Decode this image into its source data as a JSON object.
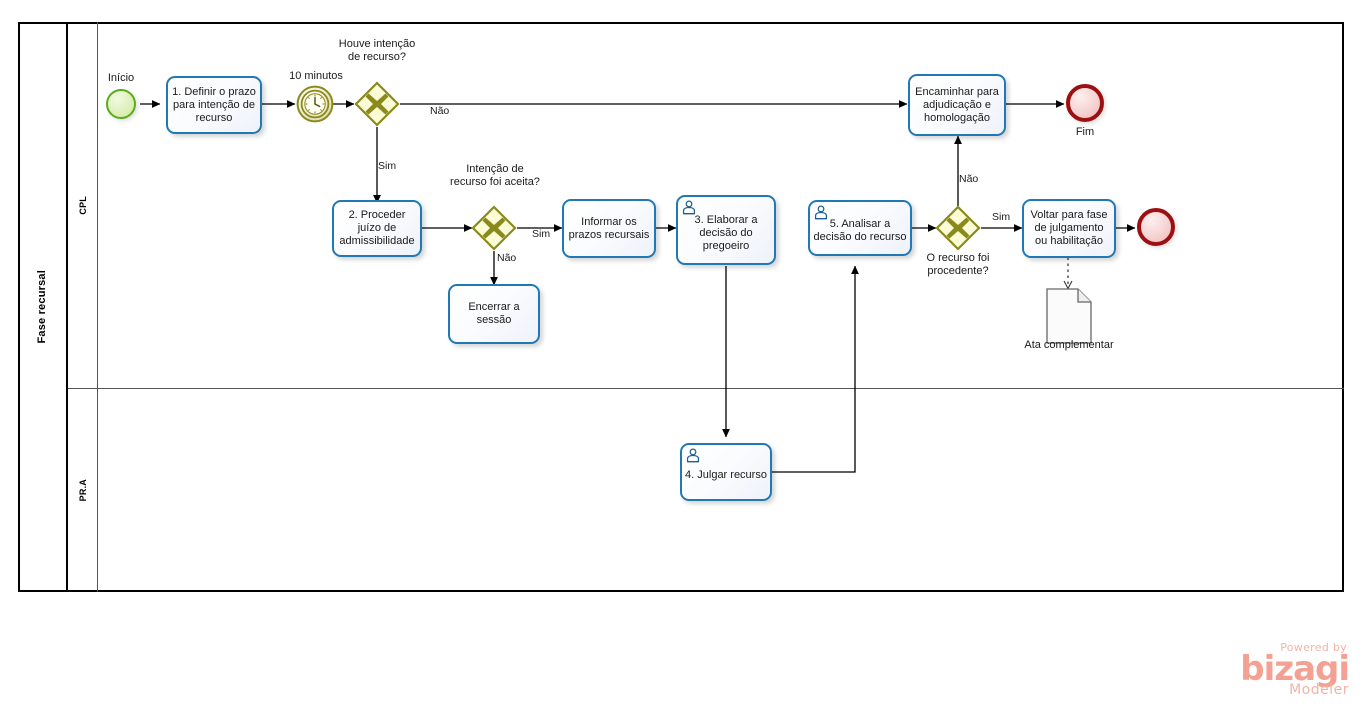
{
  "diagram": {
    "type": "bpmn",
    "pool": {
      "name": "Fase recursal"
    },
    "lanes": [
      {
        "id": "cpl",
        "name": "CPL"
      },
      {
        "id": "pra",
        "name": "PR.A"
      }
    ],
    "events": [
      {
        "id": "start",
        "kind": "start-event",
        "label": "Início",
        "lane": "cpl"
      },
      {
        "id": "timer",
        "kind": "timer-intermediate-event",
        "label": "10 minutos",
        "lane": "cpl"
      },
      {
        "id": "end1",
        "kind": "end-event",
        "label": "Fim",
        "lane": "cpl"
      },
      {
        "id": "end2",
        "kind": "end-event",
        "label": "",
        "lane": "cpl"
      }
    ],
    "tasks": [
      {
        "id": "t1",
        "label": "1. Definir o prazo para intenção de recurso",
        "kind": "task",
        "lane": "cpl"
      },
      {
        "id": "t2",
        "label": "2. Proceder juízo de admissibilidade",
        "kind": "task",
        "lane": "cpl"
      },
      {
        "id": "t3",
        "label": "Encerrar a sessão",
        "kind": "task",
        "lane": "cpl"
      },
      {
        "id": "t4",
        "label": "Informar os prazos recursais",
        "kind": "task",
        "lane": "cpl"
      },
      {
        "id": "t5",
        "label": "3. Elaborar a decisão do pregoeiro",
        "kind": "user-task",
        "lane": "cpl"
      },
      {
        "id": "t6",
        "label": "5. Analisar a decisão do recurso",
        "kind": "user-task",
        "lane": "cpl"
      },
      {
        "id": "t7",
        "label": "Encaminhar para adjudicação e homologação",
        "kind": "task",
        "lane": "cpl"
      },
      {
        "id": "t8",
        "label": "Voltar para fase de julgamento ou habilitação",
        "kind": "task",
        "lane": "cpl"
      },
      {
        "id": "t9",
        "label": "4. Julgar recurso",
        "kind": "user-task",
        "lane": "pra"
      }
    ],
    "gateways": [
      {
        "id": "g1",
        "kind": "exclusive-gateway",
        "label": "Houve intenção de recurso?"
      },
      {
        "id": "g2",
        "kind": "exclusive-gateway",
        "label": "Intenção de recurso foi aceita?"
      },
      {
        "id": "g3",
        "kind": "exclusive-gateway",
        "label": "O recurso foi procedente?"
      }
    ],
    "artifacts": [
      {
        "id": "d1",
        "kind": "data-object",
        "label": "Ata complementar"
      }
    ],
    "flow_labels": {
      "g1_nao": "Não",
      "g1_sim": "Sim",
      "g2_sim": "Sim",
      "g2_nao": "Não",
      "g3_nao": "Não",
      "g3_sim": "Sim"
    },
    "colors": {
      "task_border": "#2079b5",
      "gateway_border": "#8a8a1c",
      "gateway_fill": "#fbfbd6",
      "start_border": "#5aac1c",
      "end_border": "#9d1012",
      "timer_border": "#8a8a1c"
    }
  },
  "watermark": {
    "powered_by": "Powered by",
    "brand": "bizagi",
    "product": "Modeler"
  }
}
